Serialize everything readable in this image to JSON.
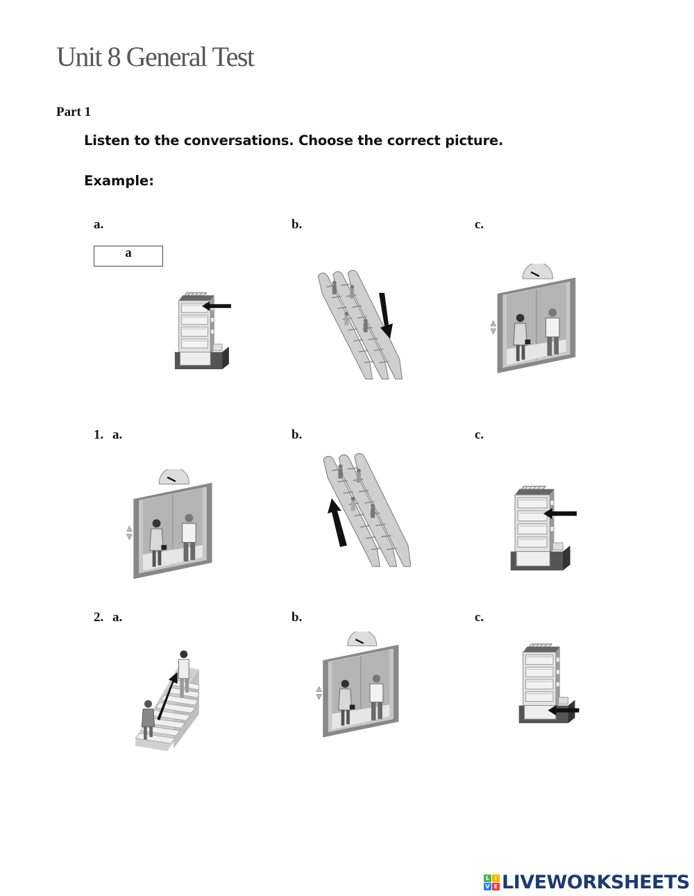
{
  "header": {
    "title": "Unit 8 General Test",
    "part": "Part 1",
    "instruction": "Listen to the conversations. Choose the correct picture.",
    "example_label": "Example:"
  },
  "example": {
    "options": [
      {
        "label": "a.",
        "picture": "building-arrow-top-floor"
      },
      {
        "label": "b.",
        "picture": "escalator-down-arrow"
      },
      {
        "label": "c.",
        "picture": "elevator-people"
      }
    ],
    "answer": "a"
  },
  "questions": [
    {
      "number": "1.",
      "options": [
        {
          "label": "a.",
          "picture": "elevator-people"
        },
        {
          "label": "b.",
          "picture": "escalator-up-arrow"
        },
        {
          "label": "c.",
          "picture": "building-arrow-middle-floor"
        }
      ]
    },
    {
      "number": "2.",
      "options": [
        {
          "label": "a.",
          "picture": "stairs-up-arrow"
        },
        {
          "label": "b.",
          "picture": "elevator-people"
        },
        {
          "label": "c.",
          "picture": "building-arrow-basement"
        }
      ]
    }
  ],
  "footer": {
    "logo_tiles": [
      {
        "letter": "L",
        "color": "#4caf50"
      },
      {
        "letter": "I",
        "color": "#f4b400"
      },
      {
        "letter": "V",
        "color": "#2f80ed"
      },
      {
        "letter": "E",
        "color": "#e53935"
      }
    ],
    "logo_text": "LIVEWORKSHEETS",
    "logo_color": "#1e3a6e"
  }
}
